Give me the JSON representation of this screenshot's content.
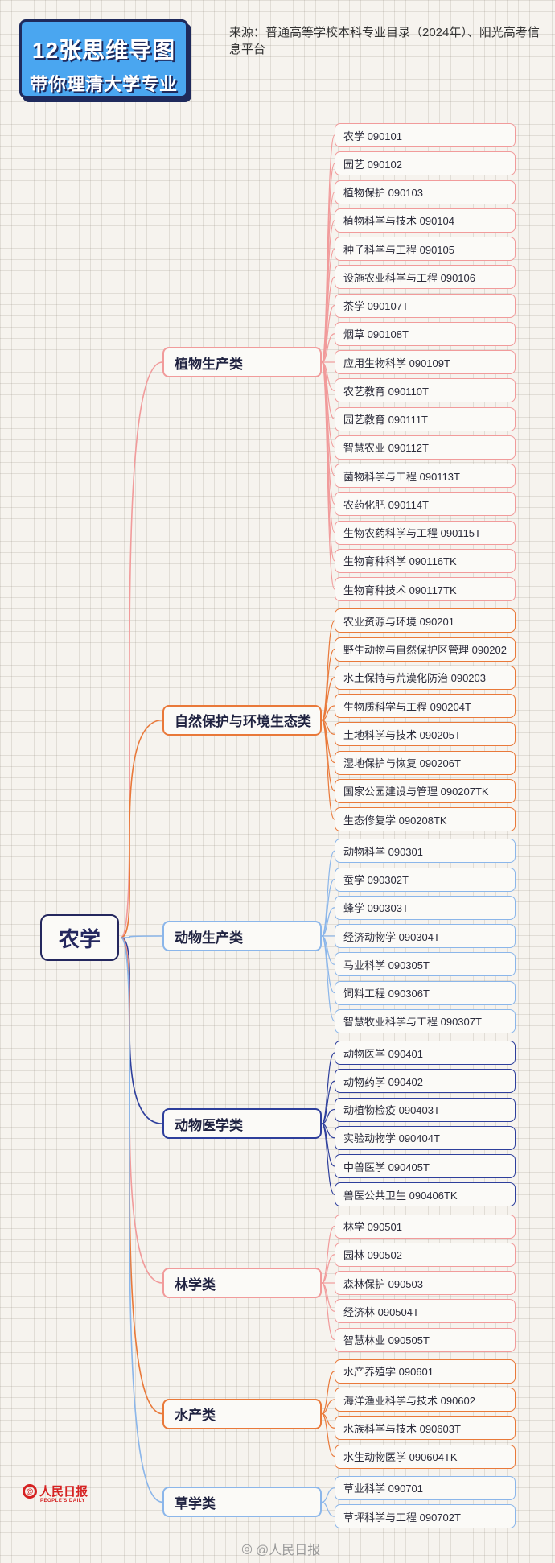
{
  "header": {
    "title_line1": "12张思维导图",
    "title_line2": "带你理清大学专业",
    "source": "来源：普通高等学校本科专业目录（2024年）、阳光高考信息平台"
  },
  "root": {
    "label": "农学"
  },
  "categories": [
    {
      "label": "植物生产类",
      "color": "#f19b9b",
      "items": [
        "农学 090101",
        "园艺 090102",
        "植物保护 090103",
        "植物科学与技术 090104",
        "种子科学与工程 090105",
        "设施农业科学与工程 090106",
        "茶学 090107T",
        "烟草 090108T",
        "应用生物科学 090109T",
        "农艺教育 090110T",
        "园艺教育 090111T",
        "智慧农业 090112T",
        "菌物科学与工程 090113T",
        "农药化肥 090114T",
        "生物农药科学与工程 090115T",
        "生物育种科学 090116TK",
        "生物育种技术 090117TK"
      ]
    },
    {
      "label": "自然保护与环境生态类",
      "color": "#e9793a",
      "items": [
        "农业资源与环境 090201",
        "野生动物与自然保护区管理 090202",
        "水土保持与荒漠化防治 090203",
        "生物质科学与工程 090204T",
        "土地科学与技术 090205T",
        "湿地保护与恢复 090206T",
        "国家公园建设与管理 090207TK",
        "生态修复学 090208TK"
      ]
    },
    {
      "label": "动物生产类",
      "color": "#8bb6ea",
      "items": [
        "动物科学 090301",
        "蚕学 090302T",
        "蜂学 090303T",
        "经济动物学 090304T",
        "马业科学 090305T",
        "饲料工程 090306T",
        "智慧牧业科学与工程 090307T"
      ]
    },
    {
      "label": "动物医学类",
      "color": "#2e3f9c",
      "items": [
        "动物医学 090401",
        "动物药学 090402",
        "动植物检疫 090403T",
        "实验动物学 090404T",
        "中兽医学 090405T",
        "兽医公共卫生 090406TK"
      ]
    },
    {
      "label": "林学类",
      "color": "#f19b9b",
      "items": [
        "林学 090501",
        "园林 090502",
        "森林保护 090503",
        "经济林 090504T",
        "智慧林业 090505T"
      ]
    },
    {
      "label": "水产类",
      "color": "#e9793a",
      "items": [
        "水产养殖学 090601",
        "海洋渔业科学与技术 090602",
        "水族科学与技术 090603T",
        "水生动物医学 090604TK"
      ]
    },
    {
      "label": "草学类",
      "color": "#8bb6ea",
      "items": [
        "草业科学 090701",
        "草坪科学与工程 090702T"
      ]
    }
  ],
  "logo": {
    "cn": "人民日报",
    "en": "PEOPLE'S DAILY"
  },
  "watermark": {
    "text": "@人民日报"
  }
}
